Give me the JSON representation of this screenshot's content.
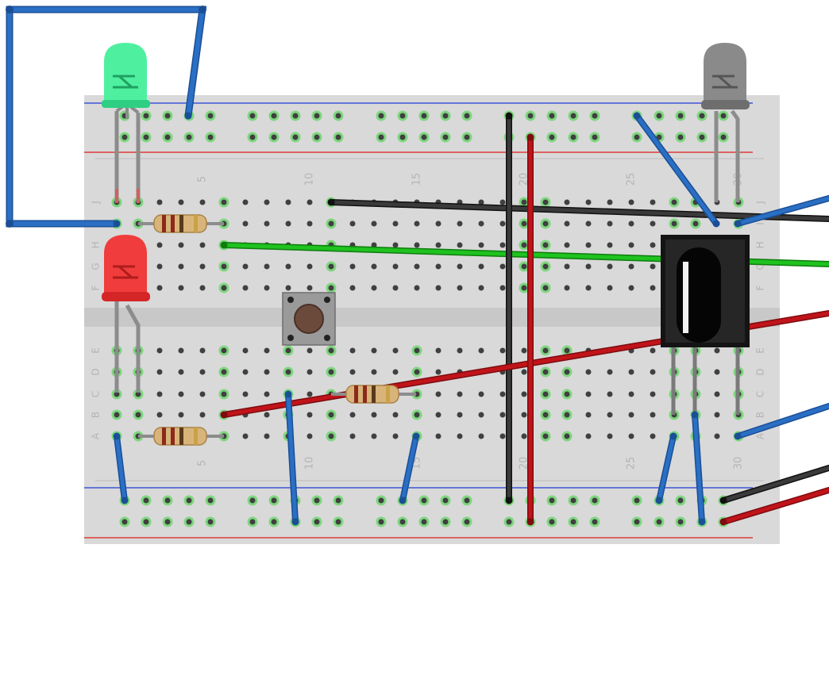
{
  "breadboard": {
    "column_labels_top": [
      {
        "col": 5,
        "text": "5"
      },
      {
        "col": 10,
        "text": "10"
      },
      {
        "col": 15,
        "text": "15"
      },
      {
        "col": 20,
        "text": "20"
      },
      {
        "col": 25,
        "text": "25"
      },
      {
        "col": 30,
        "text": "30"
      }
    ],
    "column_labels_bottom": [
      {
        "col": 5,
        "text": "5"
      },
      {
        "col": 10,
        "text": "10"
      },
      {
        "col": 15,
        "text": "15"
      },
      {
        "col": 20,
        "text": "20"
      },
      {
        "col": 25,
        "text": "25"
      },
      {
        "col": 30,
        "text": "30"
      }
    ],
    "row_labels_top": [
      "J",
      "I",
      "H",
      "G",
      "F"
    ],
    "row_labels_bottom": [
      "E",
      "D",
      "C",
      "B",
      "A"
    ],
    "colors": {
      "board": "#d9d9d9",
      "channel": "#c8c8c8",
      "rail_blue": "#1f3bd8",
      "rail_red": "#e01b1b",
      "hole": "#404040",
      "hole_connected": "#7fd67f",
      "wire_blue": "#2a6fc4",
      "wire_red": "#c0141a",
      "wire_black": "#2b2b2b",
      "wire_green": "#1fb31f",
      "led_green": "#4ef0a0",
      "led_red": "#f03c3c",
      "led_gray": "#8a8a8a",
      "ir_receiver": "#1a1a1a"
    }
  },
  "components": [
    {
      "kind": "led",
      "name": "green-led",
      "color": "green"
    },
    {
      "kind": "led",
      "name": "red-led",
      "color": "red"
    },
    {
      "kind": "led",
      "name": "gray-led",
      "color": "gray"
    },
    {
      "kind": "resistor",
      "name": "resistor-top"
    },
    {
      "kind": "resistor",
      "name": "resistor-bottom-left"
    },
    {
      "kind": "resistor",
      "name": "resistor-middle"
    },
    {
      "kind": "pushbutton",
      "name": "push-button"
    },
    {
      "kind": "ir-receiver",
      "name": "ir-receiver"
    }
  ]
}
